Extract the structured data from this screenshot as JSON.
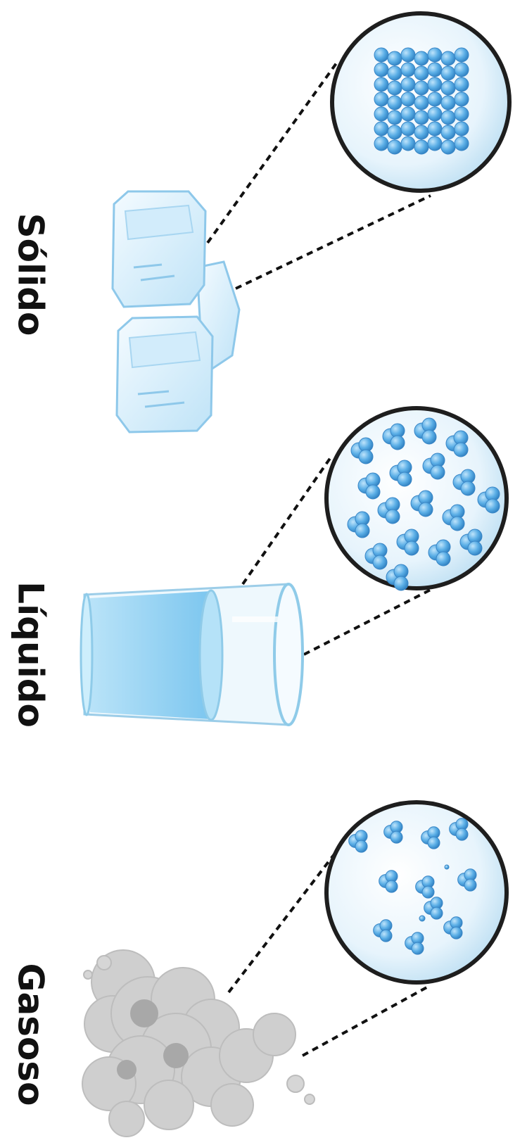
{
  "states": [
    {
      "key": "solid",
      "label": "Sólido"
    },
    {
      "key": "liquid",
      "label": "Líquido"
    },
    {
      "key": "gas",
      "label": "Gasoso"
    }
  ],
  "colors": {
    "molecule": "#4a9fe0",
    "molecule_light": "#9fd2f7",
    "ice": "#d8efff",
    "water": "#9fd7f5",
    "smoke": "#c9c9c9",
    "circle_border": "#222222",
    "circle_fill": "#e4f3fc"
  }
}
